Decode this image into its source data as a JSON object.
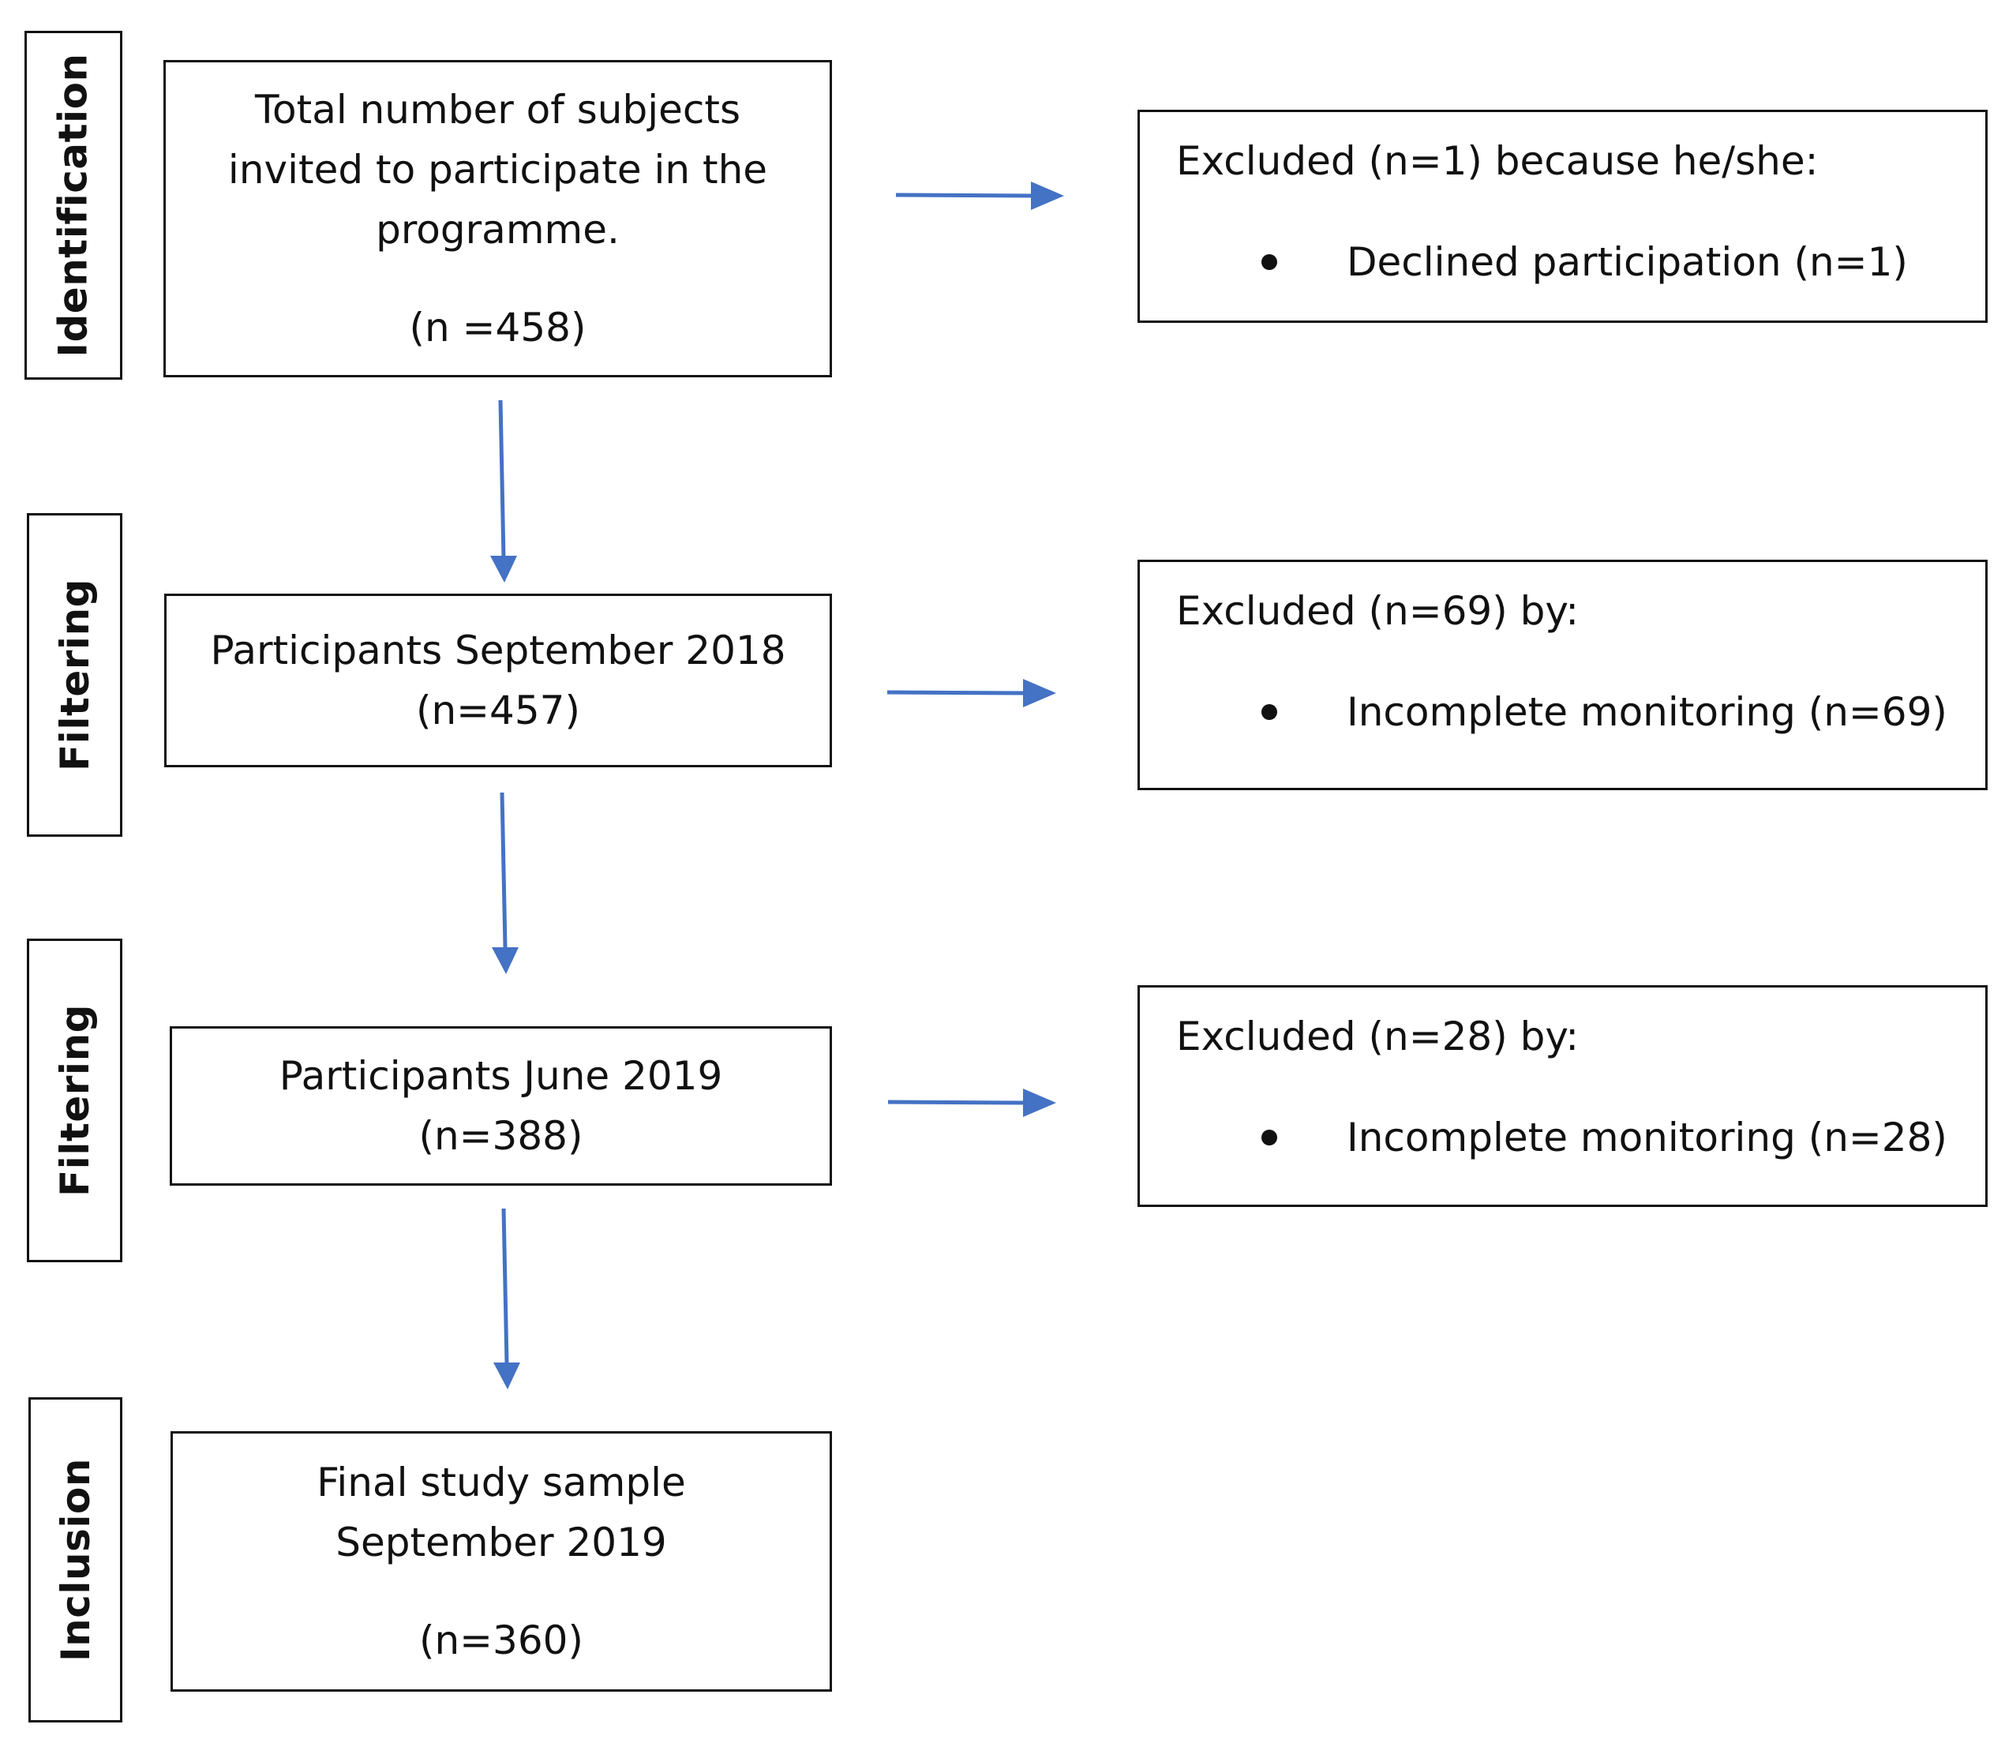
{
  "stages": {
    "identification": "Identification",
    "filtering_1": "Filtering",
    "filtering_2": "Filtering",
    "inclusion": "Inclusion"
  },
  "boxes": {
    "total": {
      "line1": "Total number of subjects",
      "line2": "invited to participate in the",
      "line3": "programme.",
      "count": "(n =458)"
    },
    "september_2018": {
      "line1": "Participants September 2018",
      "count": "(n=457)"
    },
    "june_2019": {
      "line1": "Participants June 2019",
      "count": "(n=388)"
    },
    "final": {
      "line1": "Final study sample",
      "line2": "September 2019",
      "count": "(n=360)"
    }
  },
  "exclusions": {
    "first": {
      "title": "Excluded (n=1) because he/she:",
      "items": [
        "Declined participation (n=1)"
      ]
    },
    "second": {
      "title": "Excluded (n=69) by:",
      "items": [
        "Incomplete monitoring (n=69)"
      ]
    },
    "third": {
      "title": "Excluded (n=28) by:",
      "items": [
        "Incomplete monitoring (n=28)"
      ]
    }
  },
  "colors": {
    "arrow": "#4472C4",
    "border": "#111111"
  }
}
